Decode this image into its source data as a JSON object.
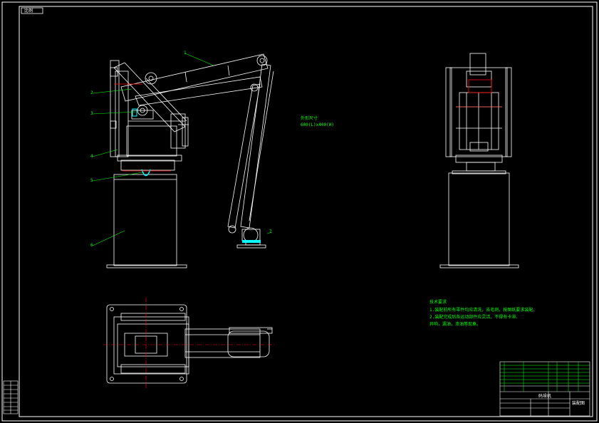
{
  "drawing": {
    "corner_tag": "比例",
    "spec_note": {
      "heading": "外形尺寸",
      "value": "600(L)x400(H)"
    },
    "tech_requirements": {
      "title": "技术要求",
      "lines": [
        "1.装配前所有零件均应清洗，去毛刺，按图纸要求装配。",
        "2.装配完成后各运动部件应灵活，不得有卡滞、",
        "异响，漏油，渗油等现象。"
      ]
    },
    "part_callouts": [
      "1",
      "2",
      "3",
      "4",
      "5",
      "6",
      "7"
    ],
    "title_block": {
      "drawing_name": "码垛机",
      "company": "装配图"
    },
    "colors": {
      "background": "#000000",
      "line": "#ffffff",
      "note": "#00ff00",
      "highlight": "#00ffff",
      "center_line": "#ff0000"
    }
  }
}
